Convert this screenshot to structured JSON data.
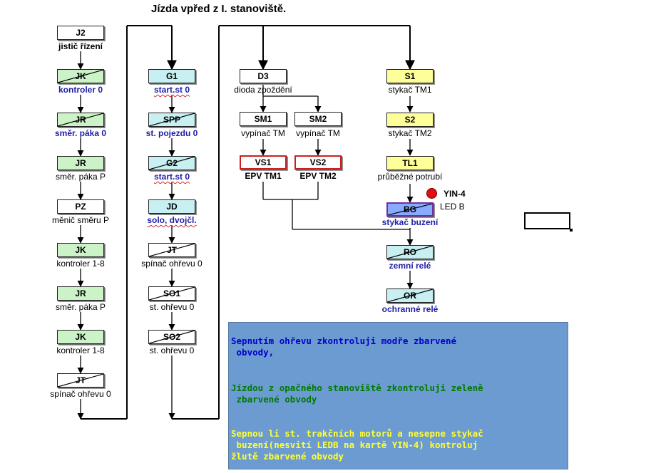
{
  "title": "Jízda  vpřed z I. stanoviště.",
  "colors": {
    "white": "#ffffff",
    "green": "#ccf2c7",
    "cyan": "#c8f0f2",
    "yellow": "#ffff99",
    "blue": "#88aaff",
    "label_blue": "#1e1ea8",
    "red_border": "#cc2020",
    "note_bg": "#6c9bd2",
    "note_blue": "#0000cc",
    "note_green": "#008000",
    "note_yellow": "#ffff33"
  },
  "col1": [
    {
      "tag": "J2",
      "label": "jistič řízení",
      "color": "white",
      "crossed": false,
      "label_style": "b"
    },
    {
      "tag": "JK",
      "label": "kontroler 0",
      "color": "green",
      "crossed": true,
      "label_style": "blue"
    },
    {
      "tag": "JR",
      "label": "směr. páka 0",
      "color": "green",
      "crossed": true,
      "label_style": "blue"
    },
    {
      "tag": "JR",
      "label": "směr. páka P",
      "color": "green",
      "crossed": false,
      "label_style": "n"
    },
    {
      "tag": "PZ",
      "label": "měnič směru P",
      "color": "white",
      "crossed": false,
      "label_style": "n"
    },
    {
      "tag": "JK",
      "label": "kontroler 1-8",
      "color": "green",
      "crossed": false,
      "label_style": "n"
    },
    {
      "tag": "JR",
      "label": "směr. páka P",
      "color": "green",
      "crossed": false,
      "label_style": "n"
    },
    {
      "tag": "JK",
      "label": "kontroler 1-8",
      "color": "green",
      "crossed": false,
      "label_style": "n"
    },
    {
      "tag": "JT",
      "label": "spínač ohřevu 0",
      "color": "white",
      "crossed": true,
      "label_style": "n"
    }
  ],
  "col2": [
    {
      "tag": "G1",
      "label": "start.st 0",
      "color": "cyan",
      "crossed": false,
      "label_style": "blueund"
    },
    {
      "tag": "SPP",
      "label": "st. pojezdu 0",
      "color": "cyan",
      "crossed": true,
      "label_style": "blue"
    },
    {
      "tag": "G2",
      "label": "start.st 0",
      "color": "cyan",
      "crossed": true,
      "label_style": "blueund"
    },
    {
      "tag": "JD",
      "label": "solo, dvojčl.",
      "color": "cyan",
      "crossed": false,
      "label_style": "blueund"
    },
    {
      "tag": "JT",
      "label": "spínač ohřevu 0",
      "color": "white",
      "crossed": true,
      "label_style": "n"
    },
    {
      "tag": "SO1",
      "label": "st. ohřevu 0",
      "color": "white",
      "crossed": true,
      "label_style": "n"
    },
    {
      "tag": "SO2",
      "label": "st. ohřevu 0",
      "color": "white",
      "crossed": true,
      "label_style": "n"
    }
  ],
  "d3": {
    "tag": "D3",
    "label": "dioda zpoždění",
    "color": "white"
  },
  "sm1": {
    "tag": "SM1",
    "label": "vypínač TM",
    "color": "white"
  },
  "sm2": {
    "tag": "SM2",
    "label": "vypínač TM",
    "color": "white"
  },
  "vs1": {
    "tag": "VS1",
    "label": "EPV TM1",
    "color": "white"
  },
  "vs2": {
    "tag": "VS2",
    "label": "EPV TM2",
    "color": "white"
  },
  "col4": [
    {
      "tag": "S1",
      "label": "stykač TM1",
      "color": "yellow",
      "crossed": false,
      "label_style": "n"
    },
    {
      "tag": "S2",
      "label": "stykač TM2",
      "color": "yellow",
      "crossed": false,
      "label_style": "n"
    },
    {
      "tag": "TL1",
      "label": "průběžné potrubí",
      "color": "yellow",
      "crossed": false,
      "label_style": "n"
    }
  ],
  "bg": {
    "tag": "BG",
    "label": "stykač buzení",
    "color": "blue"
  },
  "ro": {
    "tag": "RO",
    "label": "zemní relé",
    "color": "cyan"
  },
  "or": {
    "tag": "OR",
    "label": "ochranné relé",
    "color": "cyan"
  },
  "led": {
    "name": "YIN-4",
    "label": "LED B"
  },
  "notes": {
    "n1": "Sepnutím ohřevu zkontroluji modře zbarvené\n obvody,",
    "n2": "Jízdou z opačného stanoviště zkontroluji zeleně\n zbarvené obvody",
    "n3": "Sepnou li st. trakčních motorů a nesepne stykač\n buzení(nesvití LEDB na kartě YIN-4) kontroluj\nžlutě zbarvené obvody"
  }
}
